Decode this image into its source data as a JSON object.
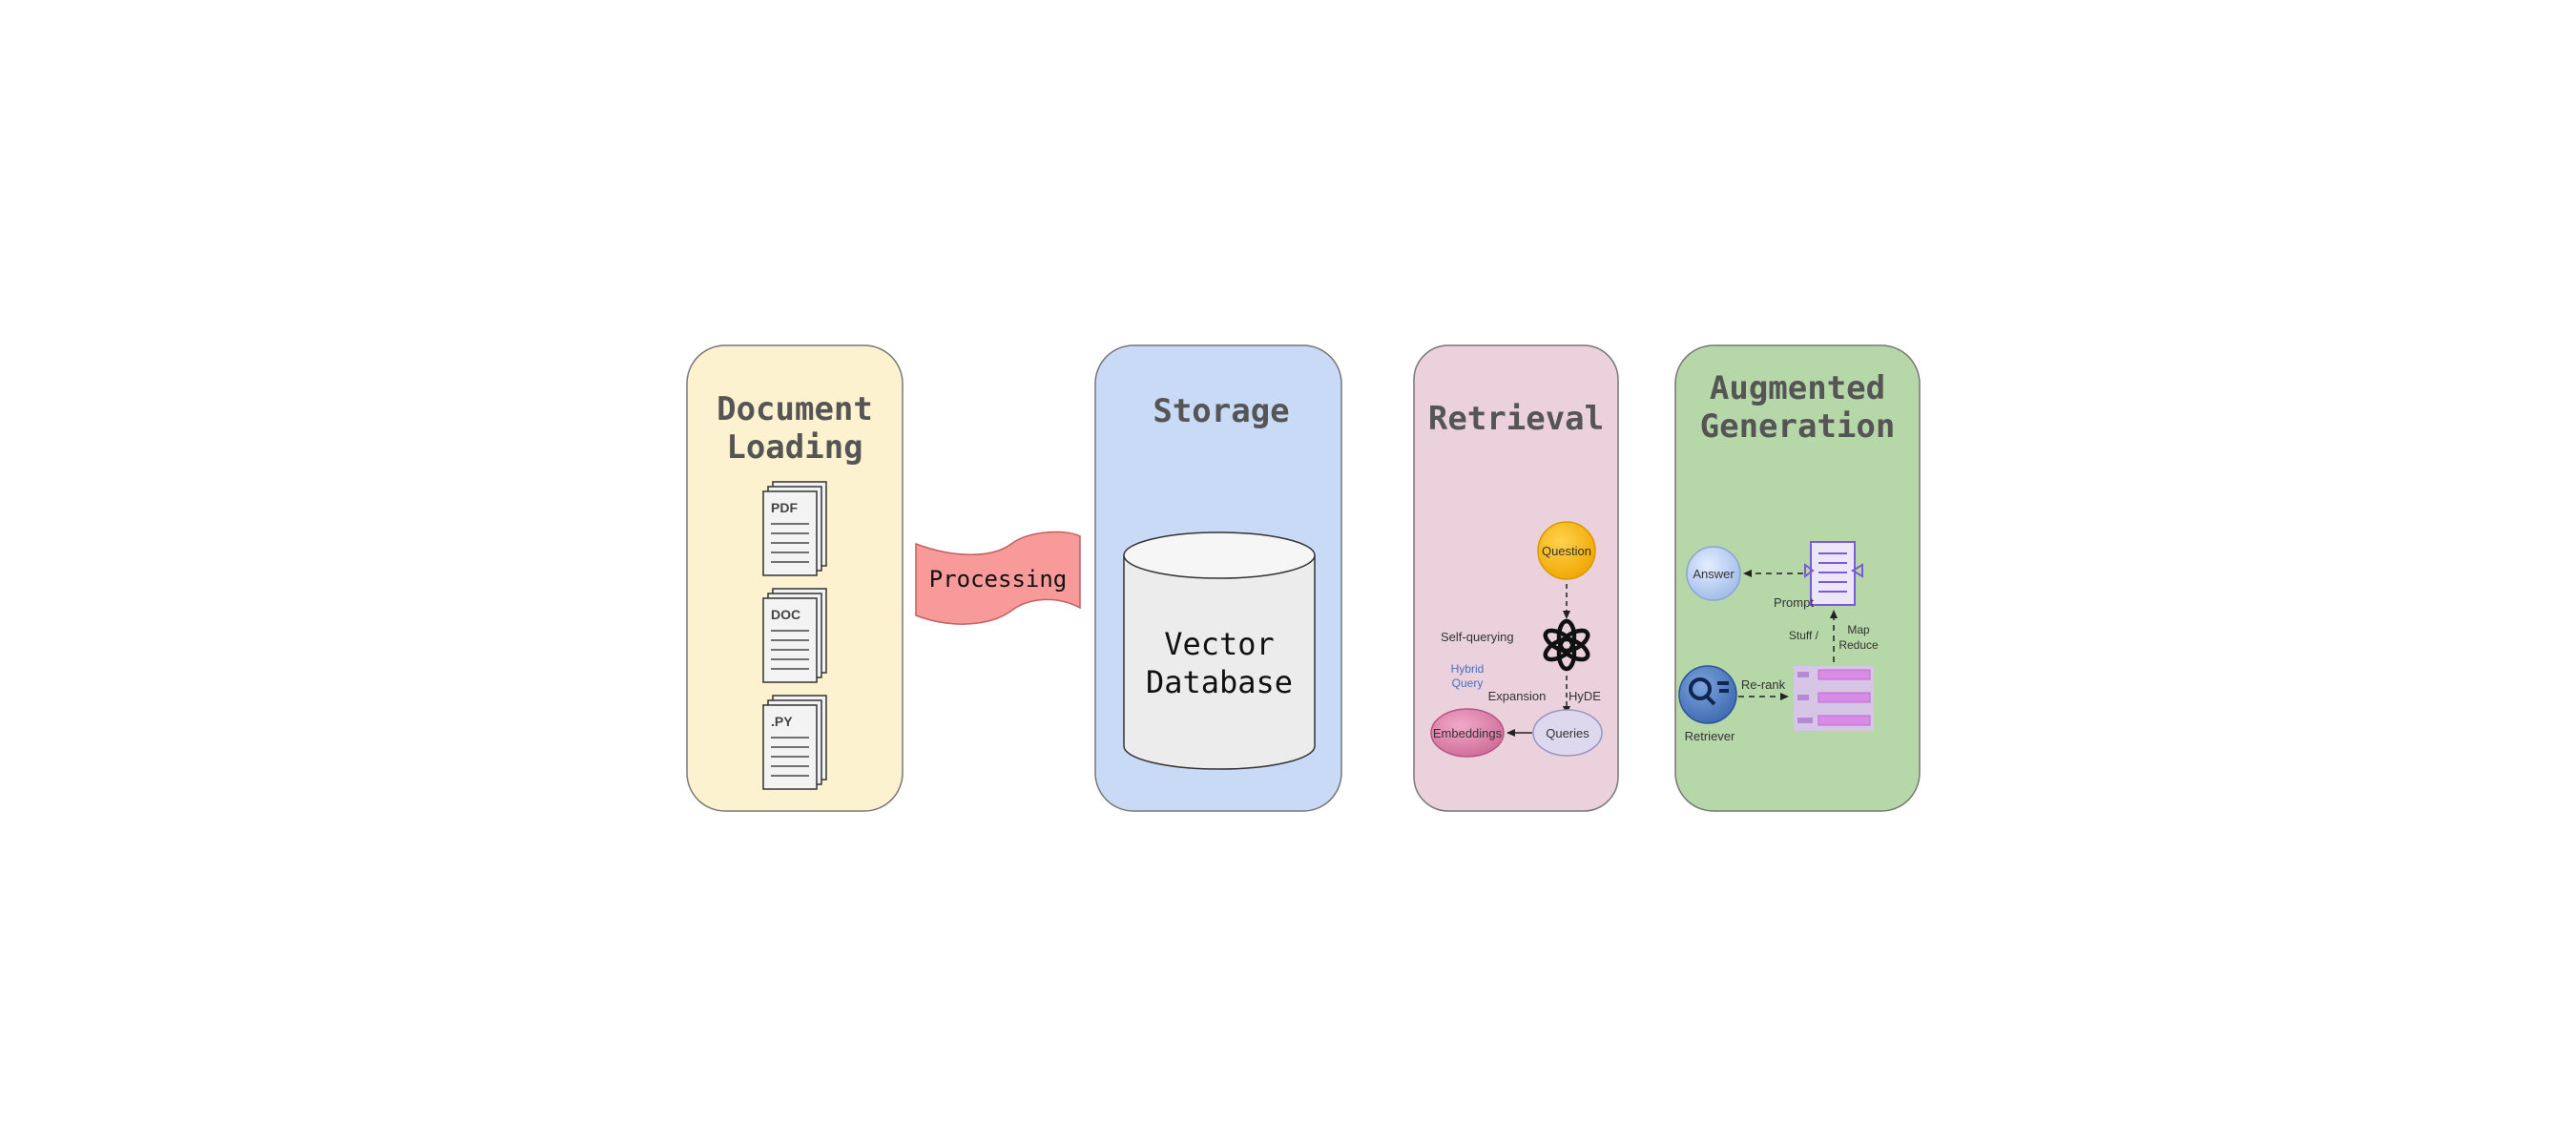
{
  "panels": {
    "loading": {
      "title_line1": "Document",
      "title_line2": "Loading",
      "fill": "#fdf2cf"
    },
    "storage": {
      "title": "Storage",
      "fill": "#c9daf6"
    },
    "retrieval": {
      "title": "Retrieval",
      "fill": "#ead1dc"
    },
    "generation": {
      "title_line1": "Augmented",
      "title_line2": "Generation",
      "fill": "#b6d7a8"
    }
  },
  "documents": [
    "PDF",
    "DOC",
    ".PY"
  ],
  "processing": {
    "label": "Processing",
    "fill": "#f99a9a"
  },
  "database": {
    "label_line1": "Vector",
    "label_line2": "Database"
  },
  "retrieval_nodes": {
    "question": "Question",
    "queries": "Queries",
    "embeddings": "Embeddings",
    "self_querying": "Self-querying",
    "hybrid_query_line1": "Hybrid",
    "hybrid_query_line2": "Query",
    "expansion": "Expansion",
    "hyde": "HyDE"
  },
  "generation_nodes": {
    "answer": "Answer",
    "prompt": "Prompt",
    "stuff": "Stuff /",
    "map_reduce_line1": "Map",
    "map_reduce_line2": "Reduce",
    "rerank": "Re-rank",
    "retriever": "Retriever"
  },
  "icons": [
    "document-stack-icon",
    "openai-logo-icon",
    "retriever-search-icon",
    "prompt-document-icon",
    "ranked-list-icon"
  ]
}
